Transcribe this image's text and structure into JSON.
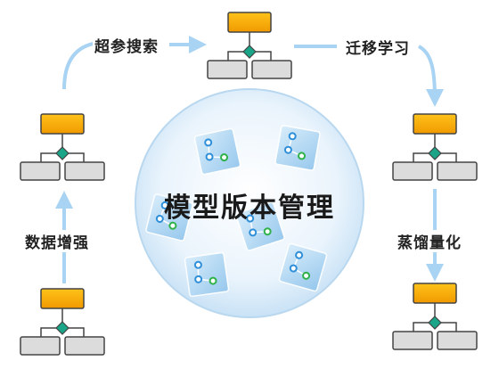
{
  "center": {
    "title": "模型版本管理"
  },
  "edges": {
    "top_left": "超参搜索",
    "top_right": "迁移学习",
    "left": "数据增强",
    "right": "蒸馏量化"
  },
  "colors": {
    "node_head": "#f5a800",
    "node_head_border": "#444444",
    "node_leaf": "#dcdcdc",
    "diamond": "#1aa589",
    "arrow": "#a9d3f2",
    "circle_edge": "#b9d8ef",
    "circle_fill": "#dcedfa",
    "card_fill": "#b8dcf5",
    "dot_blue": "#2f8fd8",
    "dot_green": "#2fb24a"
  }
}
